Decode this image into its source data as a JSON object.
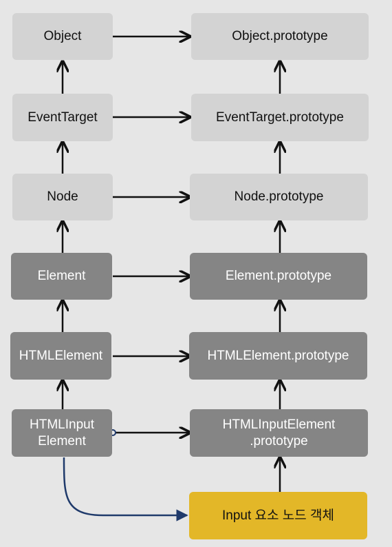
{
  "constructors": [
    {
      "id": "object",
      "label": "Object"
    },
    {
      "id": "eventtarget",
      "label": "EventTarget"
    },
    {
      "id": "node",
      "label": "Node"
    },
    {
      "id": "element",
      "label": "Element"
    },
    {
      "id": "htmlelement",
      "label": "HTMLElement"
    },
    {
      "id": "htmlinputelement",
      "label": "HTMLInput\nElement"
    }
  ],
  "prototypes": [
    {
      "id": "object-prototype",
      "label": "Object.prototype"
    },
    {
      "id": "eventtarget-prototype",
      "label": "EventTarget.prototype"
    },
    {
      "id": "node-prototype",
      "label": "Node.prototype"
    },
    {
      "id": "element-prototype",
      "label": "Element.prototype"
    },
    {
      "id": "htmlelement-prototype",
      "label": "HTMLElement.prototype"
    },
    {
      "id": "htmlinputelement-prototype",
      "label": "HTMLInputElement\n.prototype"
    }
  ],
  "instance": {
    "label": "Input 요소 노드 객체"
  },
  "colors": {
    "background": "#e6e6e6",
    "light_box": "#d3d3d3",
    "dark_box": "#858585",
    "accent_box": "#e3b728",
    "arrow": "#111111",
    "link_curve": "#1f3a6b"
  }
}
